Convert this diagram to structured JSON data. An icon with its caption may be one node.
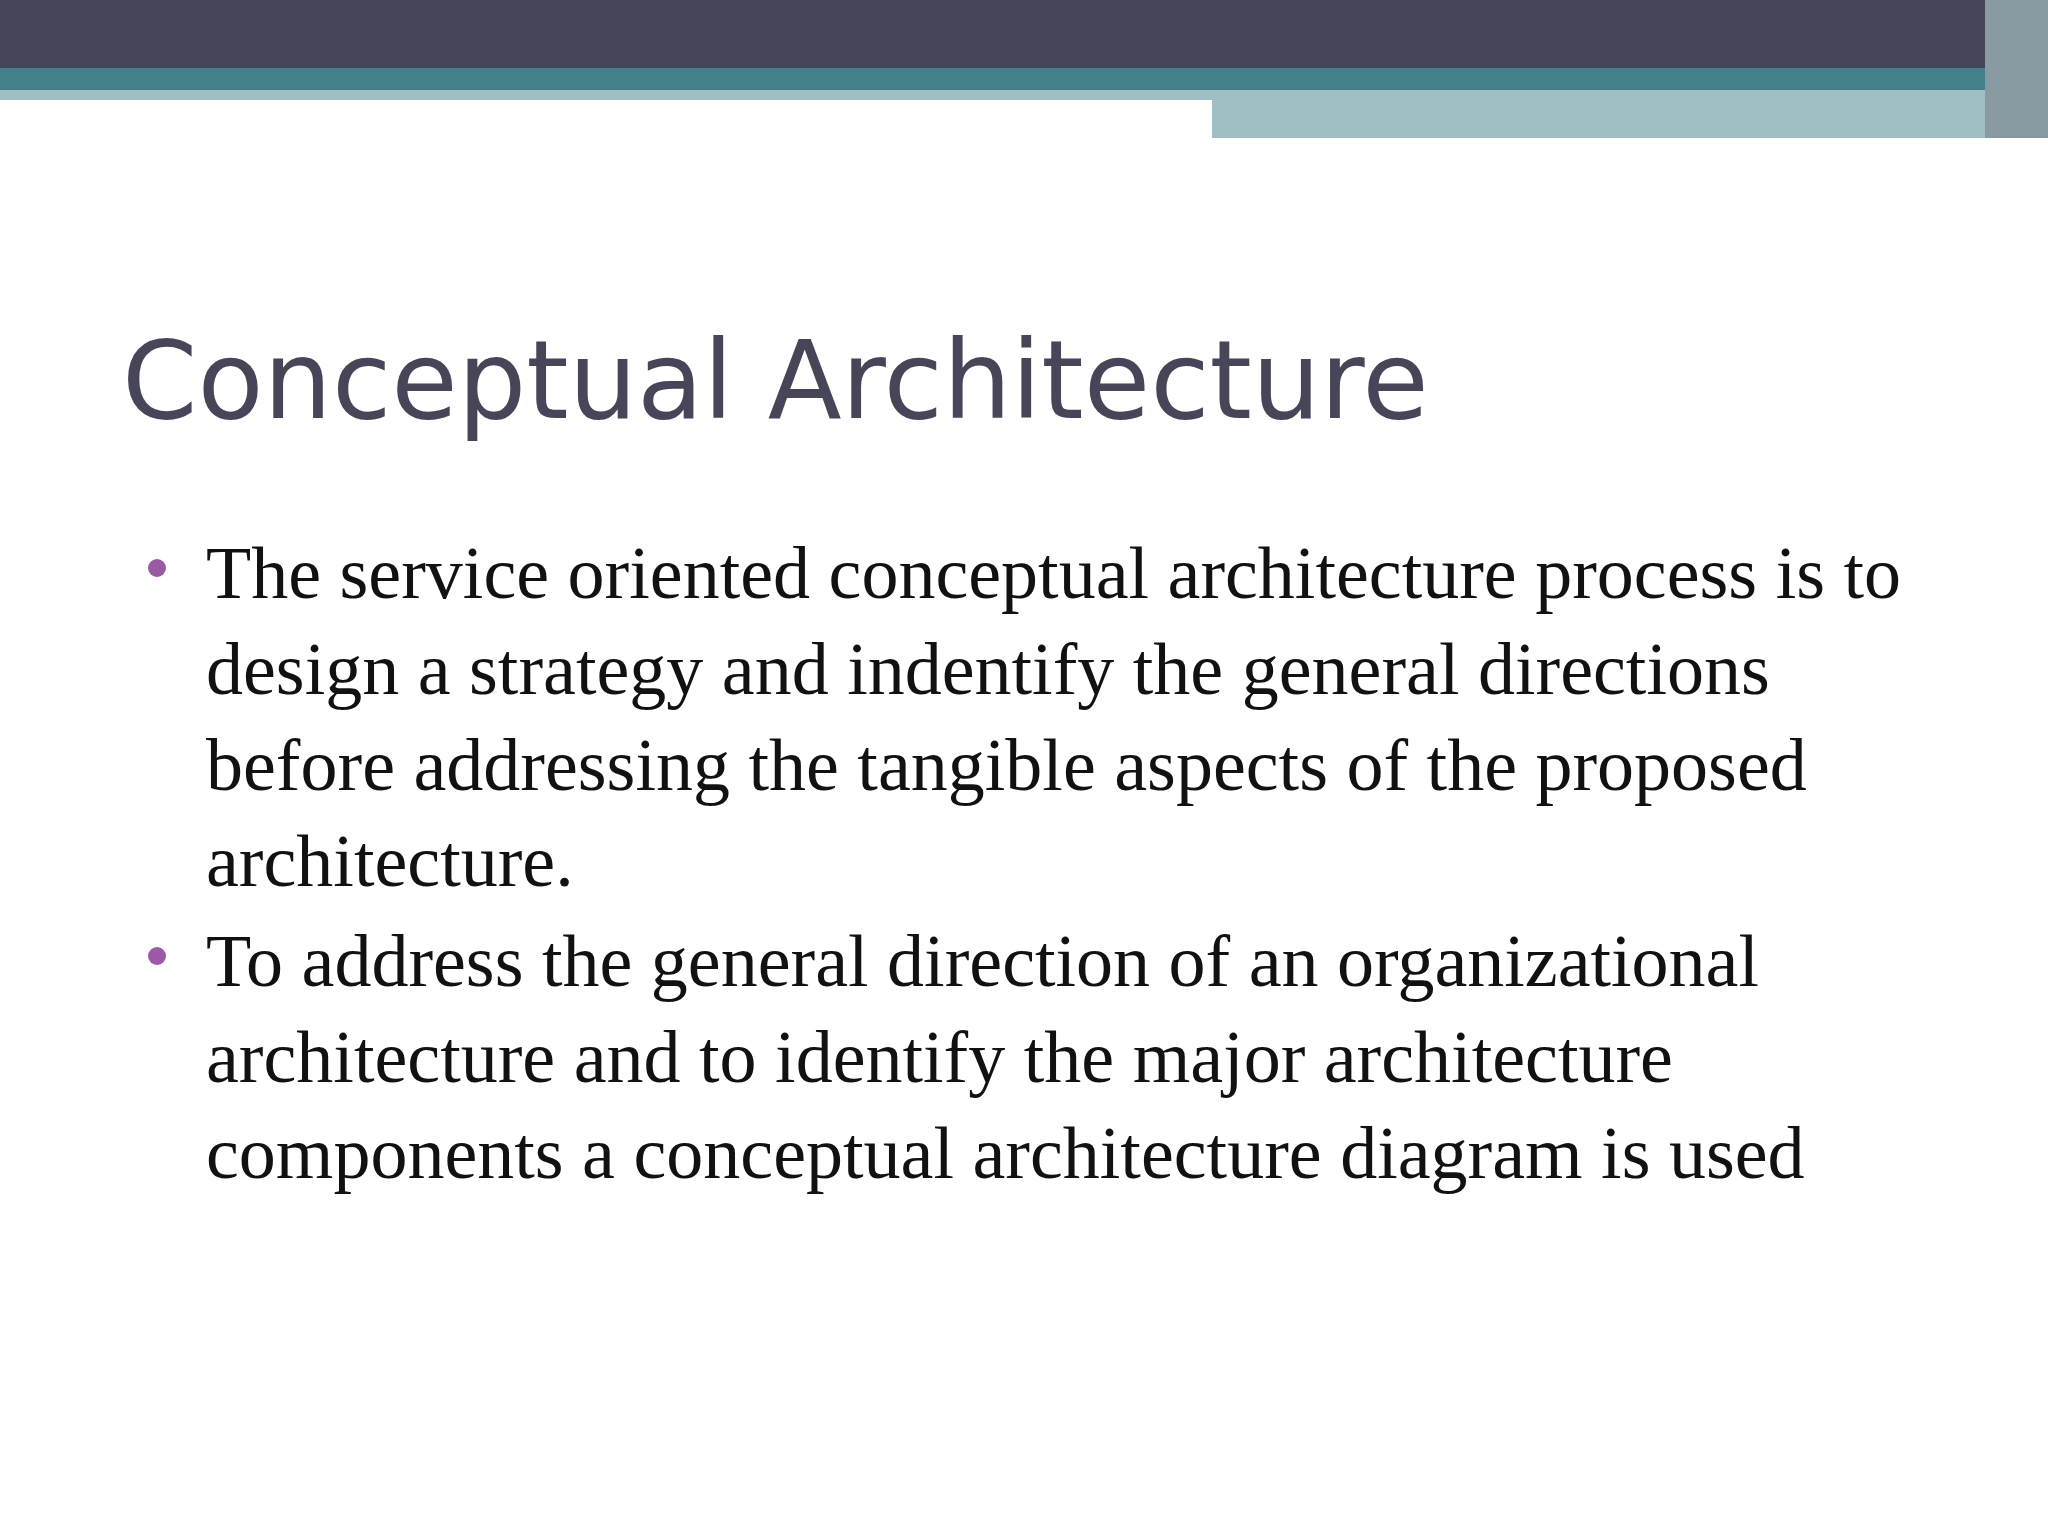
{
  "diagram": {
    "title": "Conceptual Architecture",
    "labels": [
      "The service oriented conceptual architecture process is to design a strategy and indentify the general directions before addressing the tangible aspects of the proposed architecture.",
      "To address the general direction of an organizational architecture and to identify the major architecture components a conceptual architecture diagram is used"
    ]
  }
}
